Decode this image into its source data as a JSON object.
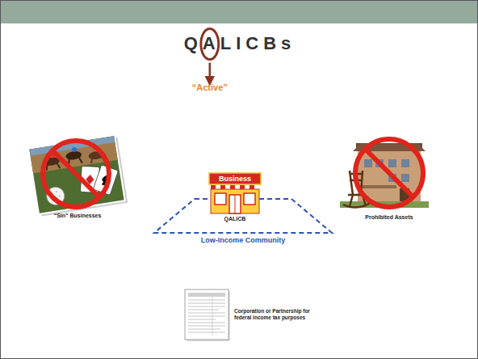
{
  "diagram": {
    "title": "QALICBs",
    "nodes": [
      {
        "text": [
          "Low-Income Community"
        ]
      },
      {
        "text": [
          "Business",
          "QALICB"
        ],
        "in": 0
      }
    ],
    "labels": [
      "“Active”",
      "“Sin” Businesses",
      "Prohibited Assets",
      "Corporation or Partnership for federal income tax purposes"
    ]
  }
}
